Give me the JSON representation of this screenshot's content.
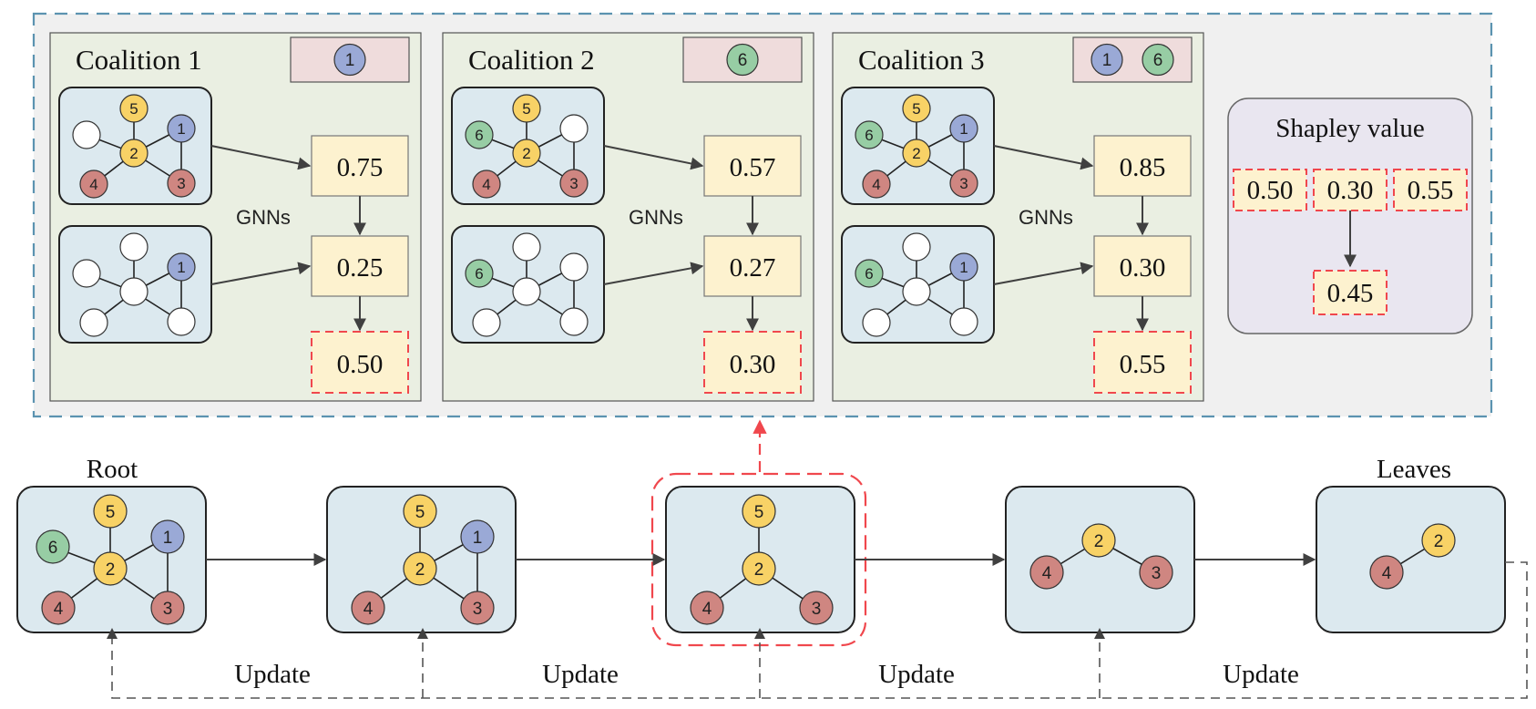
{
  "colors": {
    "panel_fill": "#f0f0f0",
    "panel_border": "#5b93b0",
    "coalition_fill": "#eaefe2",
    "graph_fill": "#dce9ef",
    "value_fill": "#fdf2cf",
    "highlight": "#f0474d",
    "shapley_fill": "#e9e6f0",
    "tag_fill": "#efdcdc",
    "node_yellow": "#f8d266",
    "node_blue": "#9aa9d6",
    "node_red": "#cf8681",
    "node_green": "#97cda4",
    "node_white": "#ffffff"
  },
  "coalitions": [
    {
      "title": "Coalition 1",
      "tag_nodes": [
        "1"
      ],
      "gnn_label": "GNNs",
      "value_with": "0.75",
      "value_without": "0.25",
      "marginal": "0.50"
    },
    {
      "title": "Coalition 2",
      "tag_nodes": [
        "6"
      ],
      "gnn_label": "GNNs",
      "value_with": "0.57",
      "value_without": "0.27",
      "marginal": "0.30"
    },
    {
      "title": "Coalition 3",
      "tag_nodes": [
        "1",
        "6"
      ],
      "gnn_label": "GNNs",
      "value_with": "0.85",
      "value_without": "0.30",
      "marginal": "0.55"
    }
  ],
  "shapley": {
    "title": "Shapley value",
    "inputs": [
      "0.50",
      "0.30",
      "0.55"
    ],
    "result": "0.45"
  },
  "tree": {
    "root_label": "Root",
    "leaves_label": "Leaves",
    "update_labels": [
      "Update",
      "Update",
      "Update",
      "Update"
    ]
  }
}
